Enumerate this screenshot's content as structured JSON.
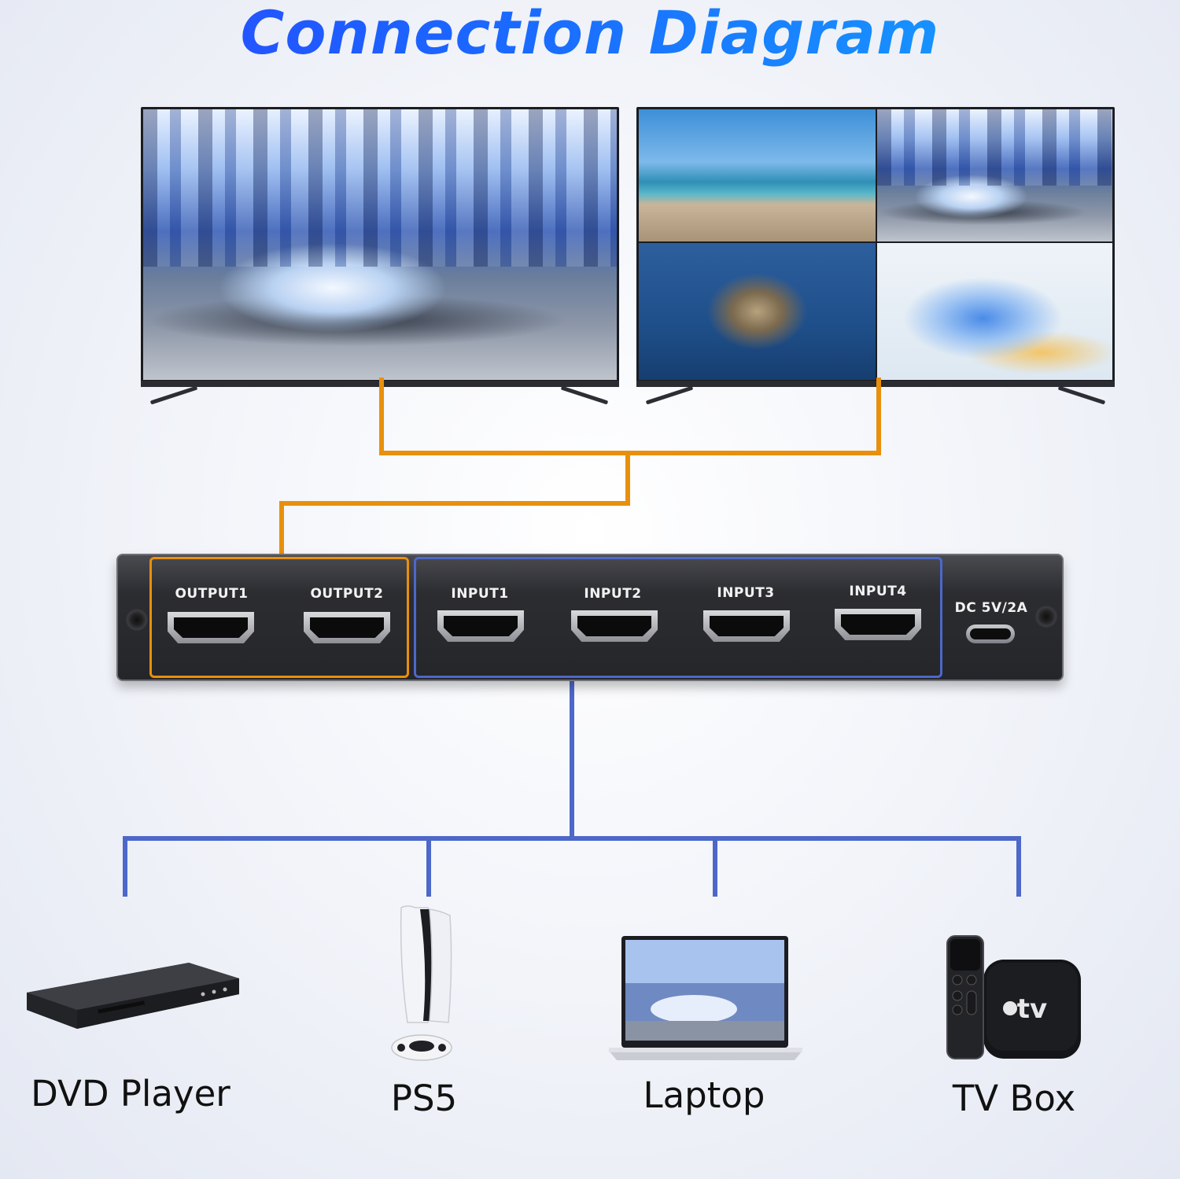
{
  "title": "Connection Diagram",
  "device": {
    "outputs": [
      "OUTPUT1",
      "OUTPUT2"
    ],
    "inputs": [
      "INPUT1",
      "INPUT2",
      "INPUT3",
      "INPUT4"
    ],
    "power_label": "DC 5V/2A"
  },
  "sources": [
    {
      "label": "DVD Player"
    },
    {
      "label": "PS5"
    },
    {
      "label": "Laptop"
    },
    {
      "label": "TV Box"
    }
  ],
  "colors": {
    "output_group": "#e8900d",
    "input_group": "#4d68c9",
    "title_gradient_start": "#2a43ff",
    "title_gradient_end": "#14a8ff"
  },
  "displays": [
    {
      "mode": "single image"
    },
    {
      "mode": "four-way split"
    }
  ]
}
